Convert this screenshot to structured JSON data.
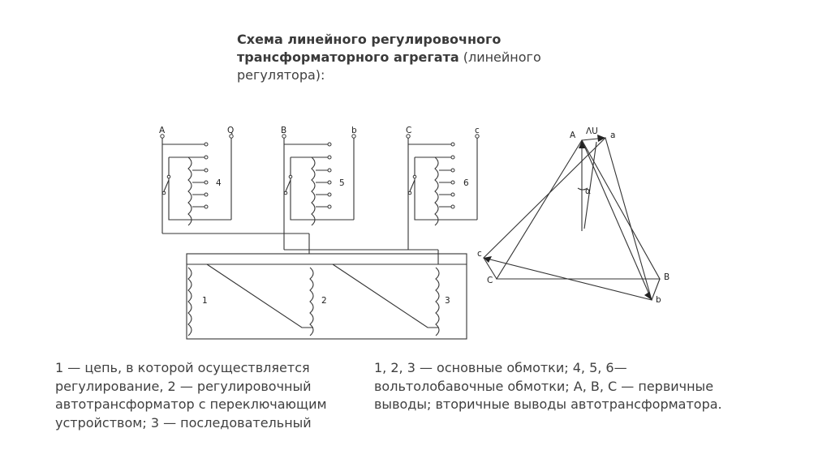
{
  "title": {
    "bold": "Схема линейного регулировочного трансформаторного агрегата",
    "normal": " (линейного регулятора):"
  },
  "caption_left": "1 — цепь, в которой осуществляется регулирование, 2 — регулировочный автотрансформатор с переключающим устройством; 3 — последовательный",
  "caption_right": "1, 2, 3 — основные обмотки; 4, 5, 6— вольтолобавочные обмотки; А, В, С — первичные выводы;    вторичные выводы автотрансформатора.",
  "schematic": {
    "terminals": [
      {
        "primary": "A",
        "secondary": "Q",
        "winding": "4"
      },
      {
        "primary": "B",
        "secondary": "b",
        "winding": "5"
      },
      {
        "primary": "C",
        "secondary": "c",
        "winding": "6"
      }
    ],
    "main_windings": [
      "1",
      "2",
      "3"
    ]
  },
  "vector_diagram": {
    "labels": {
      "A": "A",
      "dU": "ΛU",
      "a": "a",
      "alpha": "α",
      "c_small": "c",
      "C": "C",
      "B": "B",
      "b_small": "b"
    }
  }
}
